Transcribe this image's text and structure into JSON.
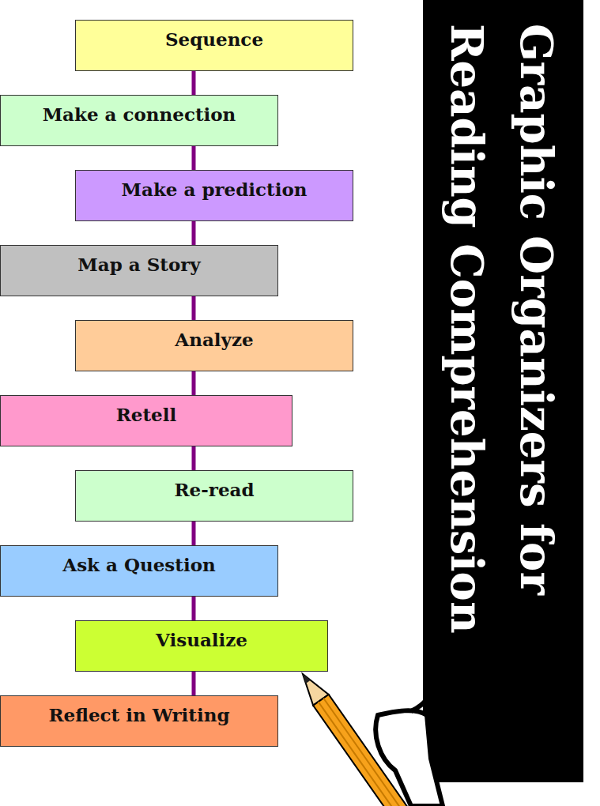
{
  "diagram": {
    "title": "Graphic Organizers for Reading Comprehension",
    "nodes": [
      {
        "text": [
          "Sequence"
        ]
      },
      {
        "text": [
          "Make a connection"
        ]
      },
      {
        "text": [
          "Make a prediction"
        ]
      },
      {
        "text": [
          "Map a Story"
        ]
      },
      {
        "text": [
          "Analyze"
        ]
      },
      {
        "text": [
          "Retell"
        ]
      },
      {
        "text": [
          "Re-read"
        ]
      },
      {
        "text": [
          "Ask a Question"
        ]
      },
      {
        "text": [
          "Visualize"
        ]
      },
      {
        "text": [
          "Reflect in Writing"
        ]
      }
    ],
    "edges": [
      {
        "from": 0,
        "to": 1,
        "arrow": "none"
      },
      {
        "from": 1,
        "to": 2,
        "arrow": "none"
      },
      {
        "from": 2,
        "to": 3,
        "arrow": "none"
      },
      {
        "from": 3,
        "to": 4,
        "arrow": "none"
      },
      {
        "from": 4,
        "to": 5,
        "arrow": "none"
      },
      {
        "from": 5,
        "to": 6,
        "arrow": "none"
      },
      {
        "from": 6,
        "to": 7,
        "arrow": "none"
      },
      {
        "from": 7,
        "to": 8,
        "arrow": "none"
      },
      {
        "from": 8,
        "to": 9,
        "arrow": "none"
      }
    ]
  }
}
